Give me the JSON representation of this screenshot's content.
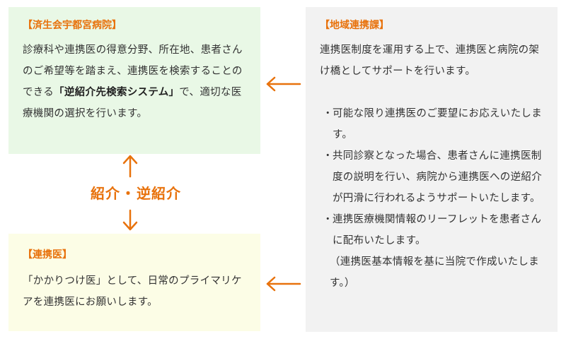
{
  "hospital": {
    "title": "【済生会宇都宮病院】",
    "text_before": "診療科や連携医の得意分野、所在地、患者さんのご希望等を踏まえ、連携医を検索することのできる",
    "text_bold": "「逆紹介先検索システム」",
    "text_after": "で、適切な医療機関の選択を行います。"
  },
  "relation": {
    "label_left": "紹介",
    "separator": "・",
    "label_right": "逆紹介"
  },
  "partner": {
    "title": "【連携医】",
    "text": "「かかりつけ医」として、日常のプライマリケアを連携医にお願いします。"
  },
  "liaison": {
    "title": "【地域連携課】",
    "intro": "連携医制度を運用する上で、連携医と病院の架け橋としてサポートを行います。",
    "bullet_mark": "・",
    "bullets": [
      "可能な限り連携医のご要望にお応えいたします。",
      "共同診察となった場合、患者さんに連携医制度の説明を行い、病院から連携医への逆紹介が円滑に行われるようサポートいたします。",
      "連携医療機関情報のリーフレットを患者さんに配布いたします。"
    ],
    "note": "（連携医基本情報を基に当院で作成いたします。）"
  },
  "colors": {
    "accent": "#e8720c",
    "hospital_bg": "#e9f8e6",
    "partner_bg": "#fcfde6",
    "liaison_bg": "#f2f2f2"
  }
}
